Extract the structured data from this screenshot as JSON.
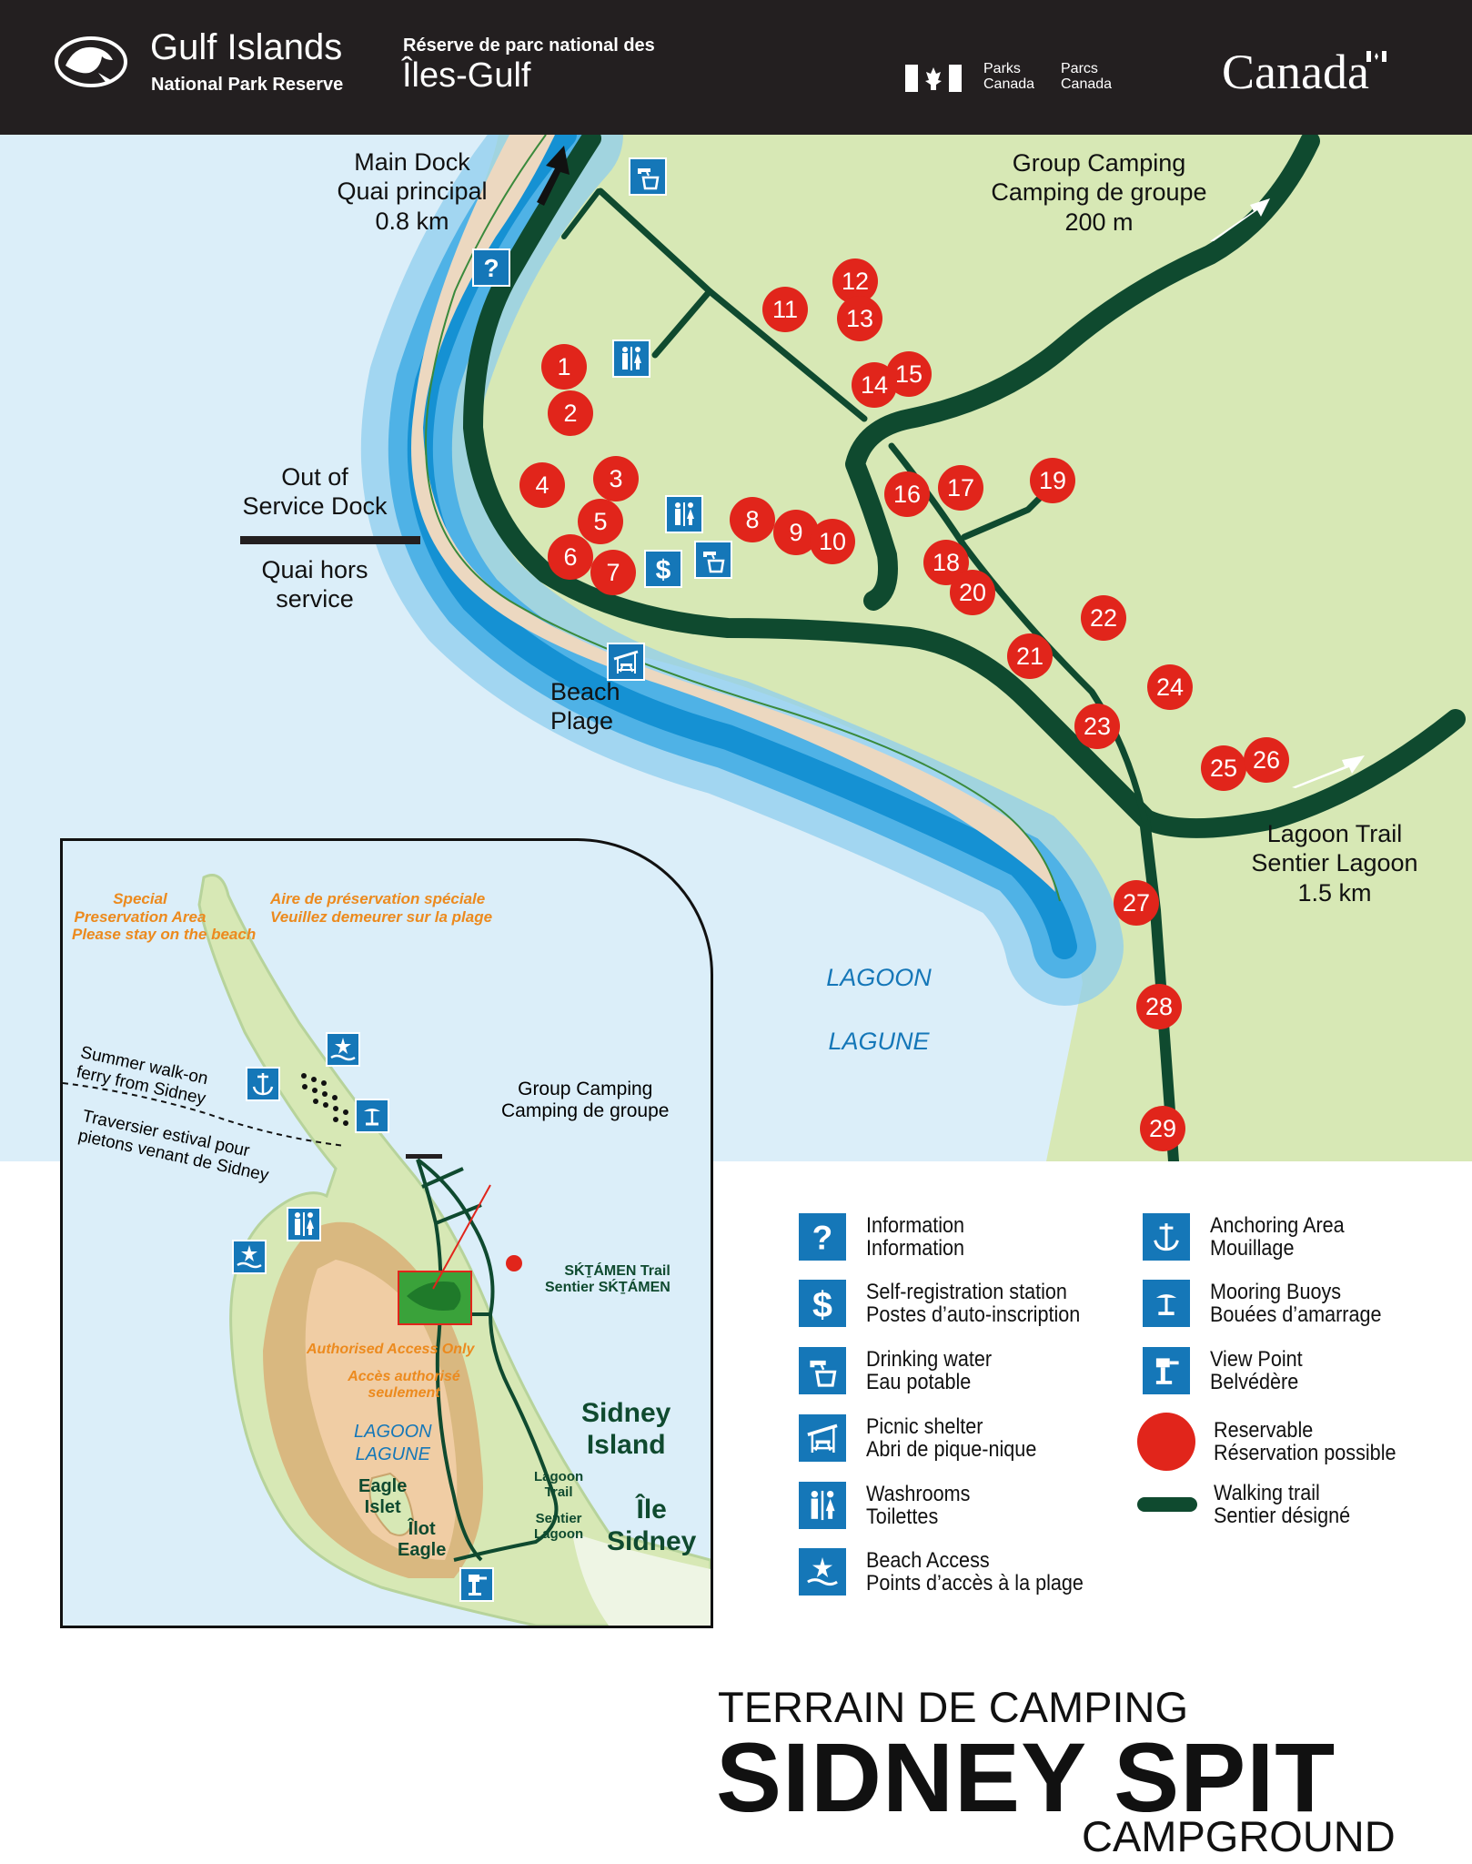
{
  "header": {
    "park_name_en": "Gulf Islands",
    "park_type_en": "National Park Reserve",
    "park_type_fr": "Réserve de parc national des",
    "park_name_fr": "Îles-Gulf",
    "agency_en": "Parks\nCanada",
    "agency_fr": "Parcs\nCanada",
    "wordmark": "Canada"
  },
  "map": {
    "main_dock": "Main Dock\nQuai principal\n0.8 km",
    "group_camping": "Group Camping\nCamping de groupe\n200 m",
    "out_of_service_dock_en": "Out of\nService Dock",
    "out_of_service_dock_fr": "Quai hors\nservice",
    "beach": "Beach\nPlage",
    "lagoon_trail": "Lagoon Trail\nSentier Lagoon\n1.5 km",
    "lagoon_en": "LAGOON",
    "lagoon_fr": "LAGUNE",
    "campsites": [
      "1",
      "2",
      "3",
      "4",
      "5",
      "6",
      "7",
      "8",
      "9",
      "10",
      "11",
      "12",
      "13",
      "14",
      "15",
      "16",
      "17",
      "18",
      "19",
      "20",
      "21",
      "22",
      "23",
      "24",
      "25",
      "26",
      "27",
      "28",
      "29"
    ],
    "icons": [
      "drinking-water-icon",
      "information-icon",
      "washrooms-icon",
      "washrooms-icon",
      "self-registration-icon",
      "drinking-water-icon",
      "picnic-shelter-icon"
    ]
  },
  "inset": {
    "special_area_en": "Special\nPreservation Area\nPlease stay on the beach",
    "special_area_fr": "Aire de préservation spéciale\nVeuillez demeurer sur la plage",
    "ferry_en": "Summer walk-on\nferry from Sidney",
    "ferry_fr": "Traversier estival pour\npietons venant de Sidney",
    "group_camping": "Group Camping\nCamping de groupe",
    "sktamen_trail": "SḰṮÁMEN Trail\nSentier SḰṮÁMEN",
    "authorised_en": "Authorised Access Only",
    "authorised_fr": "Accès authorisé\nseulement",
    "lagoon": "LAGOON\nLAGUNE",
    "eagle_islet": "Eagle\nIslet",
    "ilot_eagle": "Îlot\nEagle",
    "lagoon_trail": "Lagoon\nTrail",
    "sentier_lagoon": "Sentier\nLagoon",
    "sidney_island": "Sidney\nIsland",
    "ile_sidney": "Île\nSidney"
  },
  "legend": [
    {
      "icon": "information-icon",
      "en": "Information",
      "fr": "Information"
    },
    {
      "icon": "self-registration-icon",
      "en": "Self-registration station",
      "fr": "Postes d’auto-inscription"
    },
    {
      "icon": "drinking-water-icon",
      "en": "Drinking water",
      "fr": "Eau potable"
    },
    {
      "icon": "picnic-shelter-icon",
      "en": "Picnic shelter",
      "fr": "Abri de pique-nique"
    },
    {
      "icon": "washrooms-icon",
      "en": "Washrooms",
      "fr": "Toilettes"
    },
    {
      "icon": "beach-access-icon",
      "en": "Beach Access",
      "fr": "Points d’accès à la plage"
    },
    {
      "icon": "anchoring-area-icon",
      "en": "Anchoring Area",
      "fr": "Mouillage"
    },
    {
      "icon": "mooring-buoys-icon",
      "en": "Mooring Buoys",
      "fr": "Bouées d’amarrage"
    },
    {
      "icon": "view-point-icon",
      "en": "View Point",
      "fr": "Belvédère"
    },
    {
      "icon": "reservable-marker-icon",
      "en": "Reservable",
      "fr": "Réservation possible"
    },
    {
      "icon": "walking-trail-icon",
      "en": "Walking trail",
      "fr": "Sentier désigné"
    }
  ],
  "title": {
    "fr": "TERRAIN DE CAMPING",
    "main": "SIDNEY SPIT",
    "en": "CAMPGROUND"
  },
  "colors": {
    "header_bg": "#231f20",
    "land": "#d7e8b5",
    "beach": "#ecd8c0",
    "water_light": "#dbeef9",
    "water_dark": "#1591d3",
    "trail": "#0f4a2f",
    "reservable": "#e1251b",
    "icon_blue": "#1577b8",
    "restricted": "#d9b27a"
  }
}
